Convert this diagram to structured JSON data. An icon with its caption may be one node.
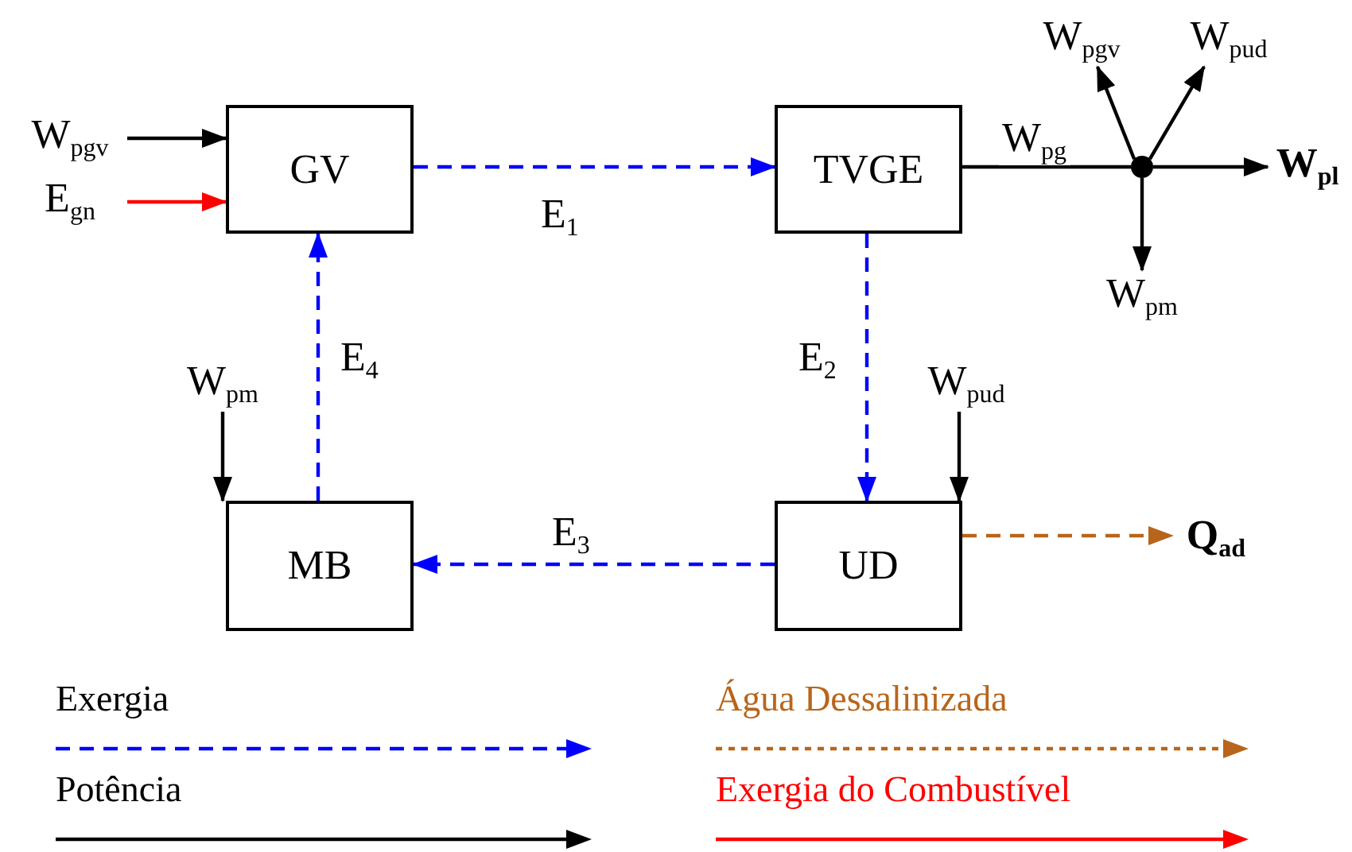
{
  "diagram": {
    "nodes": [
      {
        "text": [
          "GV"
        ]
      },
      {
        "text": [
          "TVGE"
        ]
      },
      {
        "text": [
          "MB"
        ]
      },
      {
        "text": [
          "UD"
        ]
      },
      {
        "text": [],
        "shape": "circle"
      },
      {
        "text": [
          "W$_{pgv}$"
        ]
      },
      {
        "text": [
          "E$_{gn}$"
        ]
      },
      {
        "text": [
          "W$_{pgv}$"
        ]
      },
      {
        "text": [
          "W$_{pud}$"
        ]
      },
      {
        "text": [
          "W$_{pl}$"
        ]
      },
      {
        "text": [
          "W$_{pm}$"
        ]
      },
      {
        "text": [
          "W$_{pm}$"
        ]
      },
      {
        "text": [
          "W$_{pud}$"
        ]
      },
      {
        "text": [
          "Q$_{ad}$"
        ]
      }
    ],
    "edges": [
      {
        "from": 5,
        "to": 0,
        "arrow": "to"
      },
      {
        "from": 6,
        "to": 0,
        "arrow": "to",
        "color": "#ff0000"
      },
      {
        "from": 0,
        "to": 1,
        "arrow": "to",
        "label": "E$_{1}$",
        "style": "dashed",
        "color": "#0000ff"
      },
      {
        "from": 1,
        "to": 4,
        "arrow": "none",
        "label": "W$_{pg}$"
      },
      {
        "from": 4,
        "to": 7,
        "arrow": "to"
      },
      {
        "from": 4,
        "to": 8,
        "arrow": "to"
      },
      {
        "from": 4,
        "to": 9,
        "arrow": "to"
      },
      {
        "from": 4,
        "to": 10,
        "arrow": "to"
      },
      {
        "from": 1,
        "to": 3,
        "arrow": "to",
        "label": "E$_{2}$",
        "style": "dashed",
        "color": "#0000ff"
      },
      {
        "from": 3,
        "to": 2,
        "arrow": "to",
        "label": "E$_{3}$",
        "style": "dashed",
        "color": "#0000ff"
      },
      {
        "from": 2,
        "to": 0,
        "arrow": "to",
        "label": "E$_{4}$",
        "style": "dashed",
        "color": "#0000ff"
      },
      {
        "from": 11,
        "to": 2,
        "arrow": "to"
      },
      {
        "from": 12,
        "to": 3,
        "arrow": "to"
      },
      {
        "from": 3,
        "to": 13,
        "arrow": "to",
        "style": "dashed",
        "color": "#b8651b"
      }
    ],
    "legend": [
      {
        "text": "Exergia"
      },
      {
        "text": "Água Dessalinizada"
      },
      {
        "text": "Potência"
      },
      {
        "text": "Exergia do Combustível"
      }
    ]
  }
}
